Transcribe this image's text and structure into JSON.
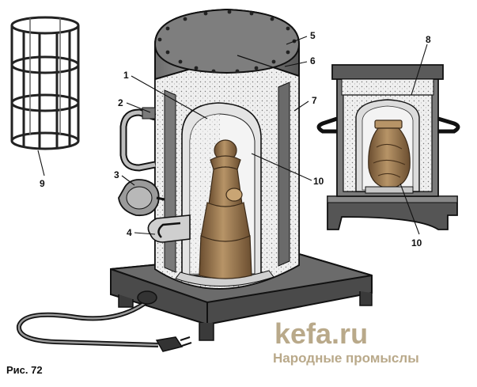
{
  "figure": {
    "caption": "Рис. 72"
  },
  "callouts": [
    {
      "id": "1",
      "label": "1"
    },
    {
      "id": "2",
      "label": "2"
    },
    {
      "id": "3",
      "label": "3"
    },
    {
      "id": "4",
      "label": "4"
    },
    {
      "id": "5",
      "label": "5"
    },
    {
      "id": "6",
      "label": "6"
    },
    {
      "id": "7",
      "label": "7"
    },
    {
      "id": "8",
      "label": "8"
    },
    {
      "id": "9",
      "label": "9"
    },
    {
      "id": "10a",
      "label": "10"
    },
    {
      "id": "10b",
      "label": "10"
    }
  ],
  "watermark": {
    "site": "kefa.ru",
    "subtitle": "Народные промыслы"
  },
  "colors": {
    "ink": "#111111",
    "metal_dark": "#5a5a5a",
    "metal_mid": "#8c8c8c",
    "metal_light": "#cfcfcf",
    "insulation": "#e9e9e9",
    "figurine": "#8a6a45",
    "figurine_light": "#b79467",
    "watermark": "#b9a98a"
  }
}
